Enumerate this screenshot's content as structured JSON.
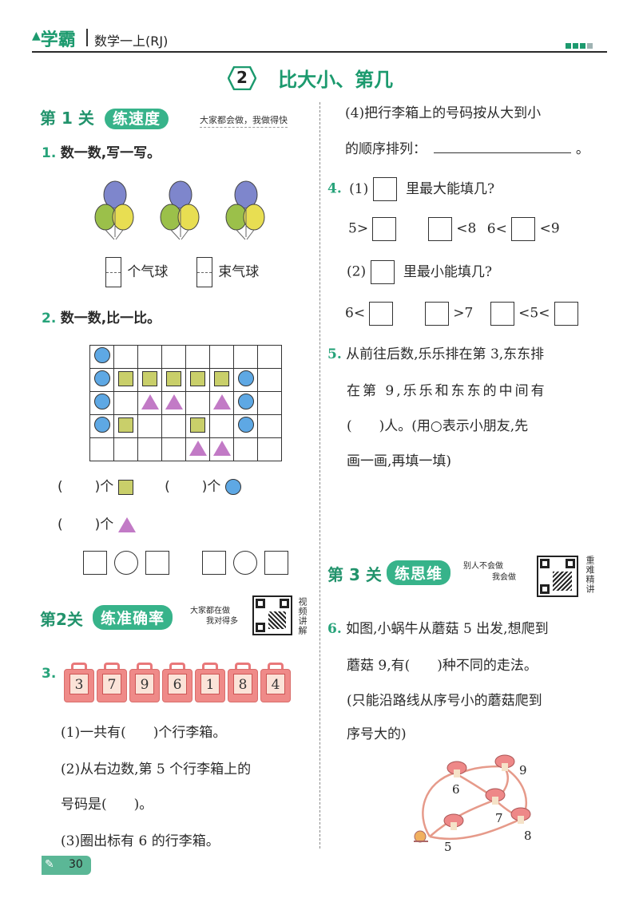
{
  "header": {
    "brand": "学霸",
    "subject": "数学一上(RJ)",
    "page_number": "30"
  },
  "lesson": {
    "number": "2",
    "title": "比大小、第几"
  },
  "section1": {
    "label": "第 1 关",
    "pill": "练速度",
    "tagline": "大家都会做，我做得快"
  },
  "q1": {
    "num": "1.",
    "text": "数一数,写一写。",
    "blank1_suffix": "个气球",
    "blank2_suffix": "束气球"
  },
  "q2": {
    "num": "2.",
    "text": "数一数,比一比。",
    "grid": [
      [
        "circle",
        "",
        "",
        "",
        "",
        "",
        "",
        ""
      ],
      [
        "circle",
        "square",
        "square",
        "square",
        "square",
        "square",
        "circle",
        ""
      ],
      [
        "circle",
        "",
        "triangle",
        "triangle",
        "",
        "triangle",
        "circle",
        ""
      ],
      [
        "circle",
        "square",
        "",
        "",
        "square",
        "",
        "circle",
        ""
      ],
      [
        "",
        "",
        "",
        "",
        "triangle",
        "triangle",
        "",
        ""
      ]
    ],
    "count_open": "(",
    "count_close": ")个"
  },
  "section2": {
    "label": "第2关",
    "pill": "练准确率",
    "tagline_line1": "大家都在做",
    "tagline_line2": "我对得多",
    "video_label": "视频讲解"
  },
  "q3": {
    "num": "3.",
    "suitcases": [
      "3",
      "7",
      "9",
      "6",
      "1",
      "8",
      "4"
    ],
    "part1": "(1)一共有(　　)个行李箱。",
    "part2_line1": "(2)从右边数,第 5 个行李箱上的",
    "part2_line2": "号码是(　　)。",
    "part3": "(3)圈出标有 6 的行李箱。",
    "part4_line1": "(4)把行李箱上的号码按从大到小",
    "part4_line2": "的顺序排列：",
    "part4_end": "。"
  },
  "q4": {
    "num": "4.",
    "part1": "(1)",
    "part1_text": "里最大能填几?",
    "row1": [
      "5>",
      "<8",
      "6<",
      "<9"
    ],
    "part2": "(2)",
    "part2_text": "里最小能填几?",
    "row2": [
      "6<",
      ">7",
      "<5<"
    ]
  },
  "q5": {
    "num": "5.",
    "line1": "从前往后数,乐乐排在第 3,东东排",
    "line2": "在第 9,乐乐和东东的中间有",
    "line3": "(　　)人。(用○表示小朋友,先",
    "line4": "画一画,再填一填)"
  },
  "section3": {
    "label": "第 3 关",
    "pill": "练思维",
    "tagline_line1": "别人不会做",
    "tagline_line2": "我会做",
    "video_label": "重难精讲"
  },
  "q6": {
    "num": "6.",
    "line1": "如图,小蜗牛从蘑菇 5 出发,想爬到",
    "line2": "蘑菇 9,有(　　)种不同的走法。",
    "line3": "(只能沿路线从序号小的蘑菇爬到",
    "line4": "序号大的)",
    "mushrooms": [
      "5",
      "6",
      "7",
      "8",
      "9"
    ]
  },
  "colors": {
    "accent_green": "#27a37a",
    "circle_blue": "#5ea8e4",
    "square_olive": "#c9cf6a",
    "triangle_purple": "#c27ac6",
    "suitcase_red": "#ef8a88"
  }
}
